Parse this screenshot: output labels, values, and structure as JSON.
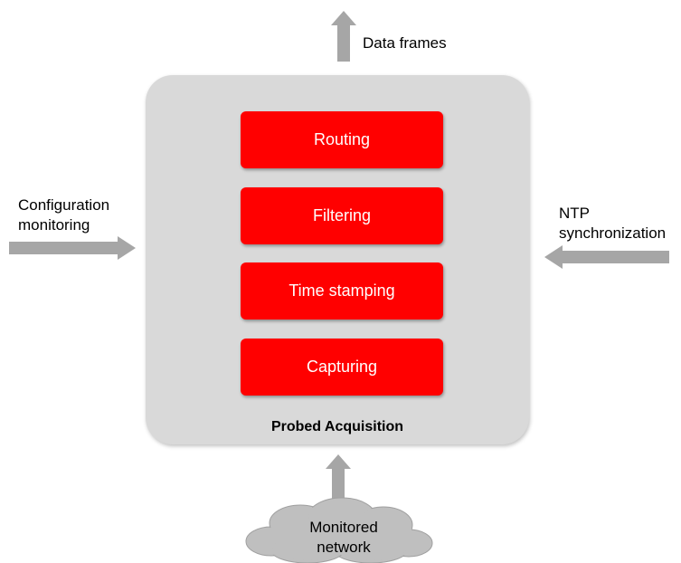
{
  "diagram": {
    "blocks": [
      "Routing",
      "Filtering",
      "Time stamping",
      "Capturing"
    ],
    "container_label": "Probed Acquisition",
    "output_label": "Data frames",
    "left_input_label": [
      "Configuration",
      "monitoring"
    ],
    "right_input_label": [
      "NTP",
      "synchronization"
    ],
    "bottom_input_label": [
      "Monitored",
      "network"
    ]
  },
  "colors": {
    "block_fill": "#ff0000",
    "container_fill": "#d9d9d9",
    "arrow_fill": "#a6a6a6",
    "cloud_fill": "#bfbfbf"
  }
}
